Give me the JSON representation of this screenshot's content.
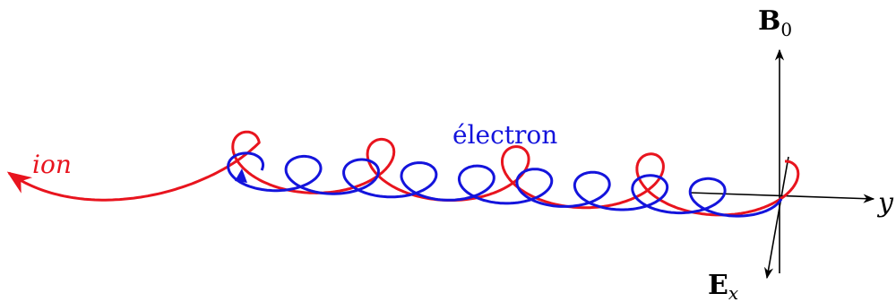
{
  "colors": {
    "ion": "#e8141e",
    "electron": "#1414dc",
    "axes": "#000000"
  },
  "labels": {
    "ion": "ion",
    "electron": "électron",
    "b0_main": "B",
    "b0_sub": "0",
    "ex_main": "E",
    "ex_sub": "x",
    "y_axis": "y"
  }
}
